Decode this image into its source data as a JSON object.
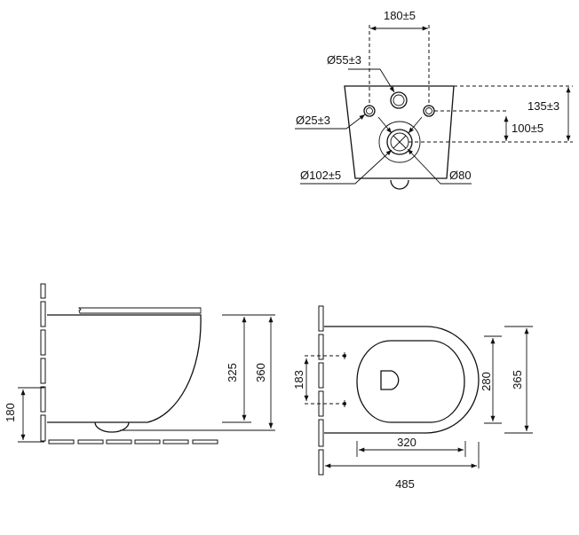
{
  "top_view": {
    "dim_width": "180±5",
    "dia_inlet": "Ø55±3",
    "dia_bolts": "Ø25±3",
    "dim_135": "135±3",
    "dim_100": "100±5",
    "dia_outlet_outer": "Ø102±5",
    "dia_outlet_inner": "Ø80"
  },
  "side_view": {
    "dim_325": "325",
    "dim_360": "360",
    "dim_180": "180"
  },
  "plan_view": {
    "dim_183": "183",
    "dim_280": "280",
    "dim_365": "365",
    "dim_320": "320",
    "dim_485": "485"
  }
}
